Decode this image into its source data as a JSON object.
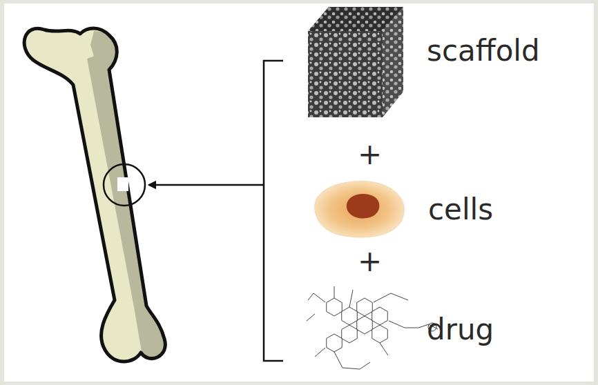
{
  "diagram": {
    "labels": [
      "scaffold",
      "+",
      "cells",
      "+",
      "drug"
    ]
  }
}
